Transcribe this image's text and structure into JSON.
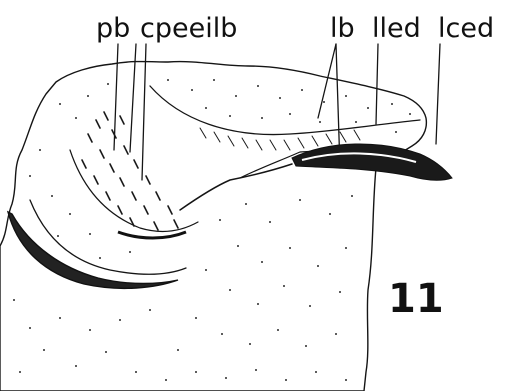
{
  "figure": {
    "number": "11",
    "labels": [
      {
        "id": "pb",
        "text": "pb"
      },
      {
        "id": "cpeeilb",
        "text": "cpeeilb"
      },
      {
        "id": "lb",
        "text": "lb"
      },
      {
        "id": "lled",
        "text": "lled"
      },
      {
        "id": "lced",
        "text": "lced"
      }
    ]
  }
}
